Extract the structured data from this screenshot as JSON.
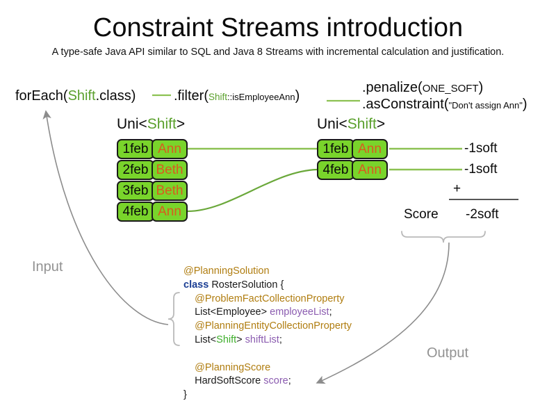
{
  "header": {
    "title": "Constraint Streams introduction",
    "subtitle": "A type-safe Java API similar to SQL and Java 8 Streams with incremental calculation and justification."
  },
  "pipeline": {
    "foreach": {
      "call": "forEach(",
      "type": "Shift",
      "tail": ".class)"
    },
    "filter": {
      "call": ".filter(",
      "arg_type": "Shift",
      "arg_rest": "::isEmployeeAnn",
      "tail": ")"
    },
    "penalize": {
      "call": ".penalize(",
      "arg": "ONE_SOFT",
      "tail": ")"
    },
    "asconstraint": {
      "call": ".asConstraint(",
      "arg": "\"Don't assign Ann\"",
      "tail": ")"
    }
  },
  "streams": {
    "left": {
      "label_prefix": "Uni<",
      "label_type": "Shift",
      "label_suffix": ">",
      "rows": [
        {
          "date": "1feb",
          "employee": "Ann"
        },
        {
          "date": "2feb",
          "employee": "Beth"
        },
        {
          "date": "3feb",
          "employee": "Beth"
        },
        {
          "date": "4feb",
          "employee": "Ann"
        }
      ]
    },
    "right": {
      "label_prefix": "Uni<",
      "label_type": "Shift",
      "label_suffix": ">",
      "rows": [
        {
          "date": "1feb",
          "employee": "Ann"
        },
        {
          "date": "4feb",
          "employee": "Ann"
        }
      ]
    }
  },
  "score": {
    "penalties": [
      "-1soft",
      "-1soft"
    ],
    "plus": "+",
    "label": "Score",
    "total": "-2soft"
  },
  "flow": {
    "input_label": "Input",
    "output_label": "Output"
  },
  "code": {
    "lines": [
      {
        "indent": 1,
        "parts": [
          {
            "t": "@PlanningSolution",
            "c": "ann"
          }
        ]
      },
      {
        "indent": 1,
        "parts": [
          {
            "t": "class",
            "c": "kw"
          },
          {
            "t": " RosterSolution {",
            "c": "plain"
          }
        ]
      },
      {
        "indent": 2,
        "parts": [
          {
            "t": "@ProblemFactCollectionProperty",
            "c": "ann"
          }
        ]
      },
      {
        "indent": 2,
        "parts": [
          {
            "t": "List<Employee> ",
            "c": "plain"
          },
          {
            "t": "employeeList",
            "c": "field"
          },
          {
            "t": ";",
            "c": "plain"
          }
        ]
      },
      {
        "indent": 2,
        "parts": [
          {
            "t": "@PlanningEntityCollectionProperty",
            "c": "ann"
          }
        ]
      },
      {
        "indent": 2,
        "parts": [
          {
            "t": "List<",
            "c": "plain"
          },
          {
            "t": "Shift",
            "c": "green"
          },
          {
            "t": "> ",
            "c": "plain"
          },
          {
            "t": "shiftList",
            "c": "field"
          },
          {
            "t": ";",
            "c": "plain"
          }
        ]
      },
      {
        "indent": 0,
        "parts": [
          {
            "t": " ",
            "c": "plain"
          }
        ]
      },
      {
        "indent": 2,
        "parts": [
          {
            "t": "@PlanningScore",
            "c": "ann"
          }
        ]
      },
      {
        "indent": 2,
        "parts": [
          {
            "t": "HardSoftScore ",
            "c": "plain"
          },
          {
            "t": "score",
            "c": "field"
          },
          {
            "t": ";",
            "c": "plain"
          }
        ]
      },
      {
        "indent": 1,
        "parts": [
          {
            "t": "}",
            "c": "plain"
          }
        ]
      }
    ]
  },
  "colors": {
    "tuple_fill": "#79d42b",
    "tuple_border": "#1a1a1a",
    "employee_text": "#d95b1e",
    "stream_line": "#8cc152",
    "type_green": "#5aa02c",
    "flow_gray": "#929292",
    "annotation": "#b07d10",
    "keyword": "#1c3f94",
    "field": "#8b5cb0"
  }
}
